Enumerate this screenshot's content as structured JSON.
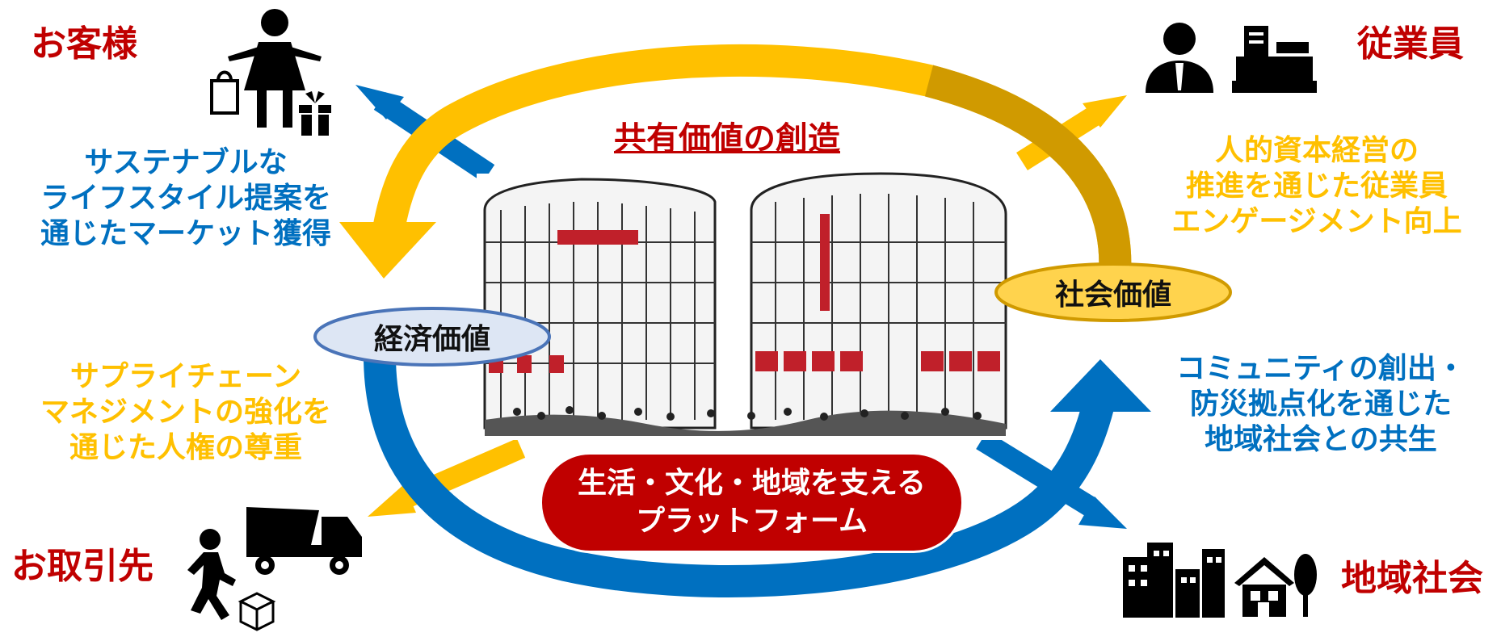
{
  "title": "共有価値の創造",
  "stakeholders": {
    "customers": "お客様",
    "employees": "従業員",
    "partners": "お取引先",
    "community": "地域社会"
  },
  "values": {
    "economic": "経済価値",
    "social": "社会価値"
  },
  "captions": {
    "customers": [
      "サステナブルな",
      "ライフスタイル提案を",
      "通じたマーケット獲得"
    ],
    "employees": [
      "人的資本経営の",
      "推進を通じた従業員",
      "エンゲージメント向上"
    ],
    "partners": [
      "サプライチェーン",
      "マネジメントの強化を",
      "通じた人権の尊重"
    ],
    "community": [
      "コミュニティの創出・",
      "防災拠点化を通じた",
      "地域社会との共生"
    ]
  },
  "platform": [
    "生活・文化・地域を支える",
    "プラットフォーム"
  ],
  "colors": {
    "red": "#c00000",
    "blue": "#0070c0",
    "gold": "#ffc000",
    "gold_dark": "#d09a00",
    "pill_blue": "#dde6f4",
    "pill_gold": "#ffd34d"
  },
  "icons": [
    "woman-icon",
    "shopping-bag-icon",
    "gift-icon",
    "businessman-icon",
    "cash-register-icon",
    "walking-person-icon",
    "dump-truck-icon",
    "box-icon",
    "buildings-icon",
    "house-icon",
    "tree-icon",
    "store-illustration"
  ]
}
